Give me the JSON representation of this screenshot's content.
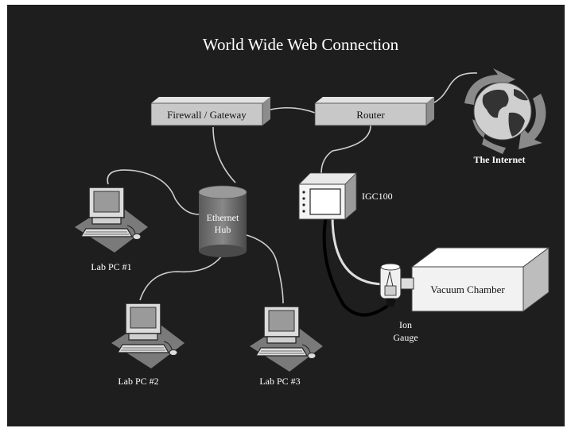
{
  "title": "World Wide Web Connection",
  "nodes": {
    "firewall": "Firewall / Gateway",
    "router": "Router",
    "internet": "The Internet",
    "controller": "IGC100",
    "hub_line1": "Ethernet",
    "hub_line2": "Hub",
    "pc1": "Lab PC #1",
    "pc2": "Lab PC #2",
    "pc3": "Lab PC #3",
    "chamber": "Vacuum Chamber",
    "gauge_line1": "Ion",
    "gauge_line2": "Gauge"
  },
  "colors": {
    "background": "#1e1e1e",
    "box_face": "#c8c8c8",
    "box_side": "#8c8c8c",
    "cable": "#cfcfcf",
    "gauge_cable": "#000000"
  },
  "icons": [
    "globe-icon",
    "recycle-arrows-icon",
    "computer-icon",
    "cylinder-hub-icon",
    "ion-gauge-icon"
  ]
}
